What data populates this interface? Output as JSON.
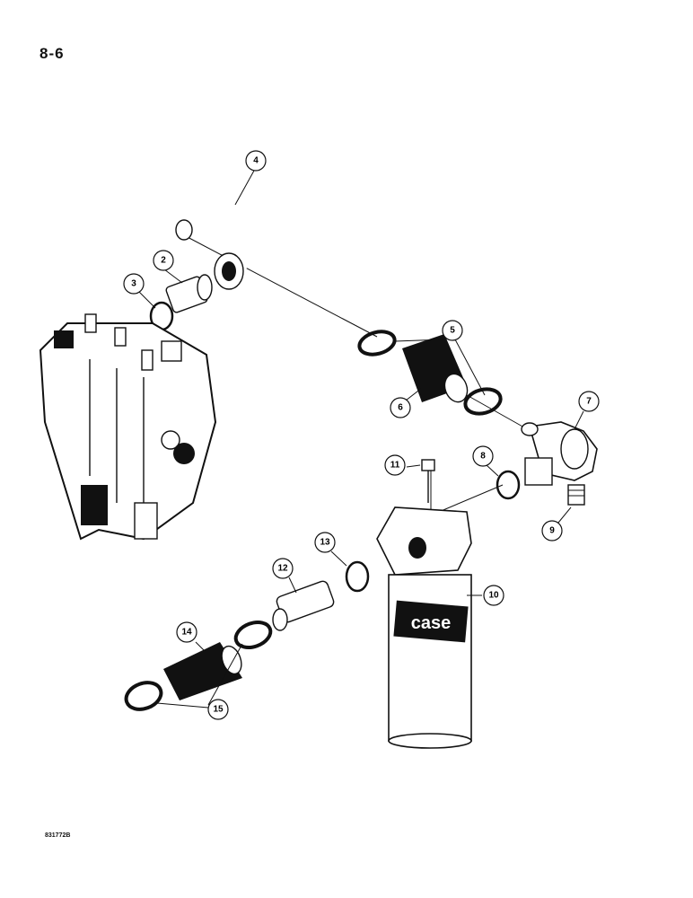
{
  "page": {
    "number": "8-6",
    "drawing_code": "831772B"
  },
  "filter_brand": "case",
  "callouts": [
    {
      "id": "4",
      "label": "4"
    },
    {
      "id": "2",
      "label": "2"
    },
    {
      "id": "3",
      "label": "3"
    },
    {
      "id": "5",
      "label": "5"
    },
    {
      "id": "6",
      "label": "6"
    },
    {
      "id": "7",
      "label": "7"
    },
    {
      "id": "8",
      "label": "8"
    },
    {
      "id": "9",
      "label": "9"
    },
    {
      "id": "11",
      "label": "11"
    },
    {
      "id": "10",
      "label": "10"
    },
    {
      "id": "13",
      "label": "13"
    },
    {
      "id": "12",
      "label": "12"
    },
    {
      "id": "14",
      "label": "14"
    },
    {
      "id": "15",
      "label": "15"
    }
  ]
}
